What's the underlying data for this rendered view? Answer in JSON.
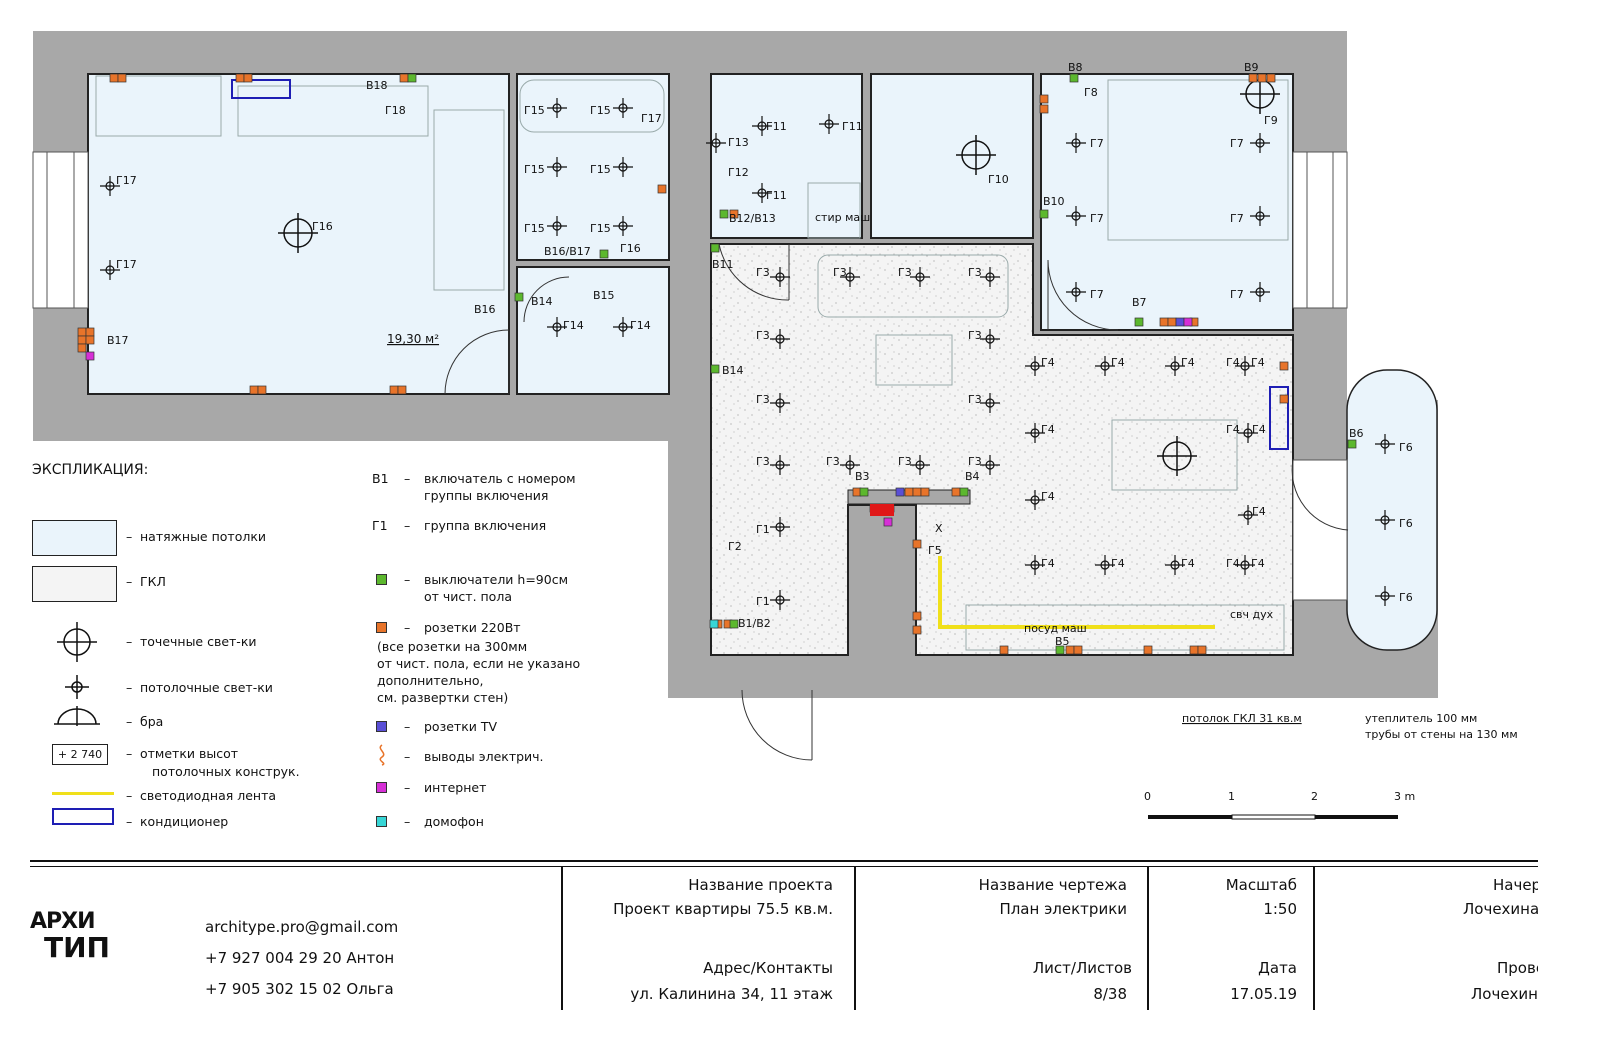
{
  "plan": {
    "room_area": "19,30 м²",
    "ceiling_note": "потолок ГКЛ 31 кв.м",
    "insulation_note_1": "утеплитель 100 мм",
    "insulation_note_2": "трубы от стены на 130 мм",
    "scale_ticks": [
      "0",
      "1",
      "2",
      "3 m"
    ],
    "switch_labels": [
      "В18",
      "В16",
      "В17",
      "В16/В17",
      "В15",
      "В14",
      "В14",
      "В12/В13",
      "В11",
      "В10",
      "В8",
      "В9",
      "В7",
      "В3",
      "В4",
      "В6",
      "В5",
      "В1/В2"
    ],
    "group_labels": [
      "Г18",
      "Г17",
      "Г17",
      "Г16",
      "Г15",
      "Г15",
      "Г15",
      "Г15",
      "Г15",
      "Г15",
      "Г17",
      "Г16",
      "Г14",
      "Г14",
      "Г13",
      "Г12",
      "Г11",
      "Г11",
      "Г11",
      "Г10",
      "Г8",
      "Г9",
      "Г7",
      "Г7",
      "Г7",
      "Г7",
      "Г7",
      "Г7",
      "Г3",
      "Г3",
      "Г3",
      "Г3",
      "Г3",
      "Г3",
      "Г3",
      "Г3",
      "Г3",
      "Г3",
      "Г3",
      "Г3",
      "Г2",
      "Г1",
      "Г1",
      "Г5",
      "Г4",
      "Г4",
      "Г4",
      "Г4",
      "Г4",
      "Г4",
      "Г4",
      "Г4",
      "Г4",
      "Г4",
      "Г4",
      "Г4",
      "Г4",
      "Г4",
      "Г4",
      "Г6",
      "Г6",
      "Г6"
    ],
    "appliance_labels": [
      "стир маш",
      "посуд маш",
      "свч дух",
      "X"
    ]
  },
  "legend": {
    "title": "ЭКСПЛИКАЦИЯ:",
    "items_left": [
      "натяжные потолки",
      "ГКЛ",
      "точечные свет-ки",
      "потолочные свет-ки",
      "бра",
      "отметки высот",
      "потолочных конструк.",
      "светодиодная лента",
      "кондиционер"
    ],
    "height_mark": "+ 2 740",
    "items_right": [
      {
        "code": "В1",
        "text": "включатель с номером",
        "text2": "группы включения"
      },
      {
        "code": "Г1",
        "text": "группа включения",
        "text2": ""
      },
      {
        "code": "",
        "text": "выключатели h=90см",
        "text2": "от чист. пола"
      },
      {
        "code": "",
        "text": "розетки 220Вт",
        "text2": ""
      }
    ],
    "sockets_note": [
      "(все розетки на 300мм",
      "от чист. пола, если не указано",
      "дополнительно,",
      "см. развертки стен)"
    ],
    "items_right_2": [
      "розетки TV",
      "выводы электрич.",
      "интернет",
      "домофон"
    ],
    "colors": {
      "switch": "#5cb82e",
      "socket": "#e8742a",
      "tv": "#5a4fd6",
      "internet": "#d62fd6",
      "intercom": "#37d6d6",
      "led": "#f0e01a",
      "ac": "#1e1eb4",
      "stretch": "#eaf4fb"
    }
  },
  "titleblock": {
    "email": "architype.pro@gmail.com",
    "phone1": "+7 927 004 29 20 Антон",
    "phone2": "+7 905 302 15 02 Ольга",
    "logo_top": "АРХИ",
    "logo_bottom": "ТИП",
    "project_label": "Название проекта",
    "project_value": "Проект квартиры 75.5 кв.м.",
    "address_label": "Адрес/Контакты",
    "address_value": "ул. Калинина 34, 11 этаж",
    "drawing_label": "Название чертежа",
    "drawing_value": "План электрики",
    "sheet_label": "Лист/Листов",
    "sheet_value": "8/38",
    "scale_label": "Масштаб",
    "scale_value": "1:50",
    "date_label": "Дата",
    "date_value": "17.05.19",
    "drawn_label": "Начер",
    "drawn_value": "Лочехина",
    "checked_label": "Прове",
    "checked_value": "Лочехин"
  }
}
